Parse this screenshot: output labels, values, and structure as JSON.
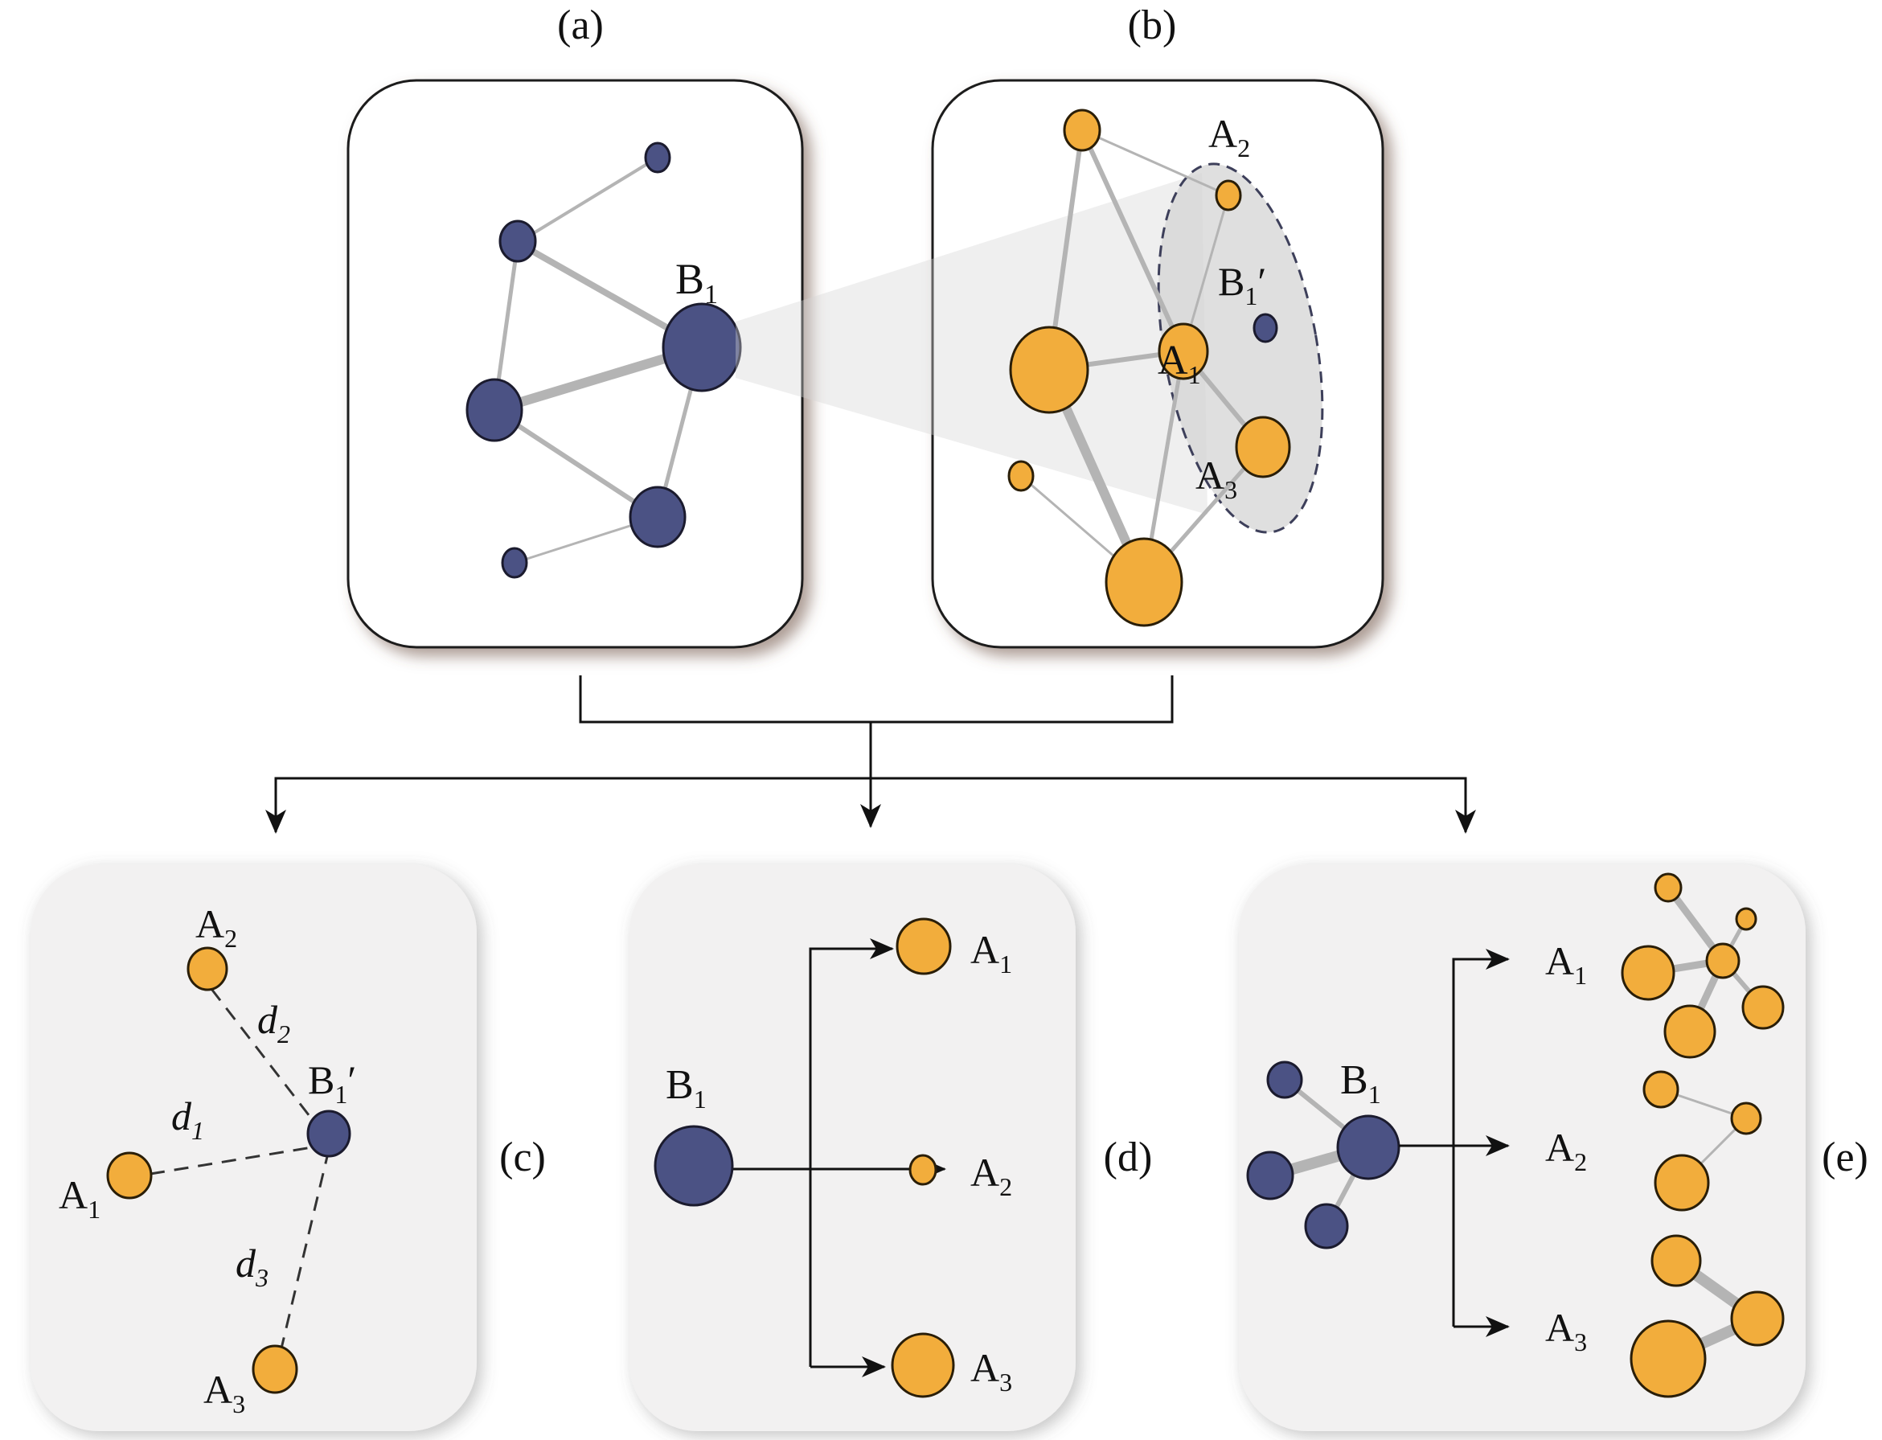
{
  "panels": {
    "a": {
      "label": "(a)",
      "node_label_main": "B",
      "node_label_sub": "1"
    },
    "b": {
      "label": "(b)",
      "a1_main": "A",
      "a1_sub": "1",
      "a2_main": "A",
      "a2_sub": "2",
      "a3_main": "A",
      "a3_sub": "3",
      "b1p_main": "B",
      "b1p_sub": "1",
      "b1p_prime": "′"
    },
    "c": {
      "label": "(c)",
      "a1_main": "A",
      "a1_sub": "1",
      "a2_main": "A",
      "a2_sub": "2",
      "a3_main": "A",
      "a3_sub": "3",
      "b1p_main": "B",
      "b1p_sub": "1",
      "b1p_prime": "′",
      "d1_main": "d",
      "d1_sub": "1",
      "d2_main": "d",
      "d2_sub": "2",
      "d3_main": "d",
      "d3_sub": "3"
    },
    "d": {
      "label": "(d)",
      "b1_main": "B",
      "b1_sub": "1",
      "a1_main": "A",
      "a1_sub": "1",
      "a2_main": "A",
      "a2_sub": "2",
      "a3_main": "A",
      "a3_sub": "3"
    },
    "e": {
      "label": "(e)",
      "b1_main": "B",
      "b1_sub": "1",
      "a1_main": "A",
      "a1_sub": "1",
      "a2_main": "A",
      "a2_sub": "2",
      "a3_main": "A",
      "a3_sub": "3"
    }
  },
  "colors": {
    "dark_node": "#4b5284",
    "orange_node": "#f2ad3c",
    "edge": "#b4b4b4",
    "panel_fill_bottom": "#f2f1f1",
    "panel_stroke": "#1a1a1a"
  }
}
